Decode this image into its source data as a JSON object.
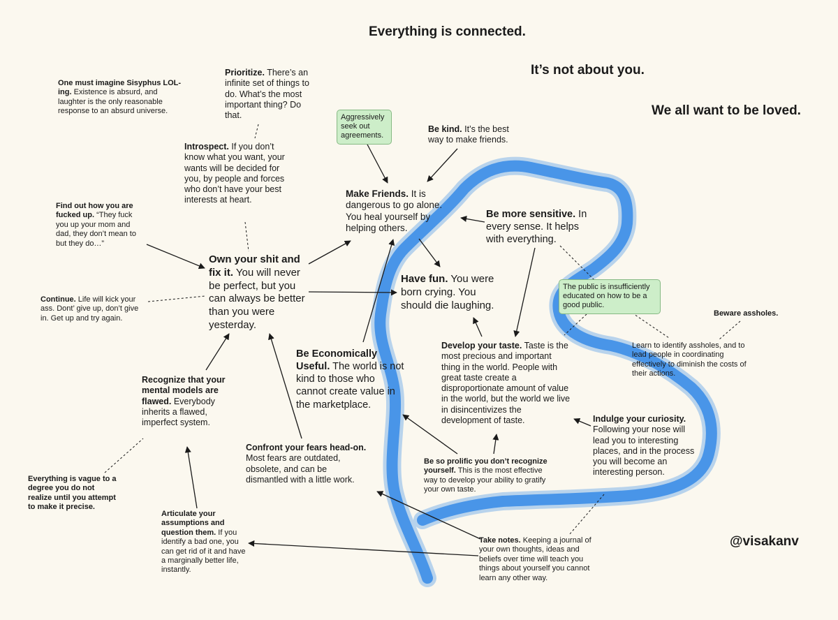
{
  "headlines": {
    "connected": "Everything is connected.",
    "not_about_you": "It’s not about you.",
    "loved": "We all want to be loved."
  },
  "handle": "@visakanv",
  "nodes": {
    "sisyphus": {
      "head": "One must imagine Sisyphus LOL-ing.",
      "body": " Existence is absurd, and laughter is the only reasonable response to an absurd universe."
    },
    "prioritize": {
      "head": "Prioritize.",
      "body": " There’s an infinite set of things to do. What’s the most important thing? Do that."
    },
    "introspect": {
      "head": "Introspect.",
      "body": " If you don’t know what you want, your wants will be decided for you, by people and forces who don’t have your best interests at heart."
    },
    "agreements": {
      "body": "Aggressively seek out agreements."
    },
    "bekind": {
      "head": "Be kind.",
      "body": " It’s the best way to make friends."
    },
    "friends": {
      "head": "Make Friends.",
      "body": " It is dangerous to go alone. You heal yourself by helping others."
    },
    "sensitive": {
      "head": "Be more sensitive.",
      "body": " In every sense. It helps with everything."
    },
    "fucked": {
      "head": "Find out how you are fucked up.",
      "body": " “They fuck you up your mom and dad, they don’t mean to but they do…”"
    },
    "ownshit": {
      "head": "Own your shit and fix it.",
      "body": " You will never be perfect, but you can always be better than you were yesterday."
    },
    "fun": {
      "head": "Have fun.",
      "body": " You were born crying. You should die laughing."
    },
    "public": {
      "body": "The public is insufficiently educated on how to be a good public."
    },
    "continue": {
      "head": "Continue.",
      "body": " Life will kick your ass. Dont’ give up, don’t give in. Get up and try again."
    },
    "assholes": {
      "head": "Beware assholes.",
      "body": ""
    },
    "identify": {
      "body": "Learn to identify assholes, and to lead people in coordinating effectively to diminish the costs of their actions."
    },
    "econ": {
      "head": "Be Economically Useful.",
      "body": " The world is not kind to those who cannot create value in the marketplace."
    },
    "taste": {
      "head": "Develop your taste.",
      "body": " Taste is the most precious and important thing in the world. People with great taste create a disproportionate amount of value in the world, but the world we live in disincentivizes the development of taste."
    },
    "models": {
      "head": "Recognize that your mental models are flawed.",
      "body": " Everybody inherits a flawed, imperfect system."
    },
    "curiosity": {
      "head": "Indulge your curiosity.",
      "body": " Following your nose will lead you to interesting places, and in the process you will become an interesting person."
    },
    "fears": {
      "head": "Confront your fears head-on.",
      "body": " Most fears are outdated, obsolete, and can be dismantled with a little work."
    },
    "prolific": {
      "head": "Be so prolific you don’t recognize yourself.",
      "body": " This is the most effective way to develop your ability to gratify your own taste."
    },
    "vague": {
      "head": "Everything is vague to a degree you do not realize until you attempt to make it precise.",
      "body": ""
    },
    "articulate": {
      "head": "Articulate your assumptions and question them.",
      "body": " If you identify a bad one, you can get rid of it and have a marginally better life, instantly."
    },
    "notes": {
      "head": "Take notes.",
      "body": " Keeping a journal of your own thoughts, ideas and beliefs over time will teach you things about yourself you cannot learn any other way."
    }
  },
  "colors": {
    "background": "#fbf8ef",
    "river": "#3d8ee8",
    "note_fill": "#cdeec9",
    "note_border": "#86b983",
    "ink": "#1a1a1a"
  }
}
